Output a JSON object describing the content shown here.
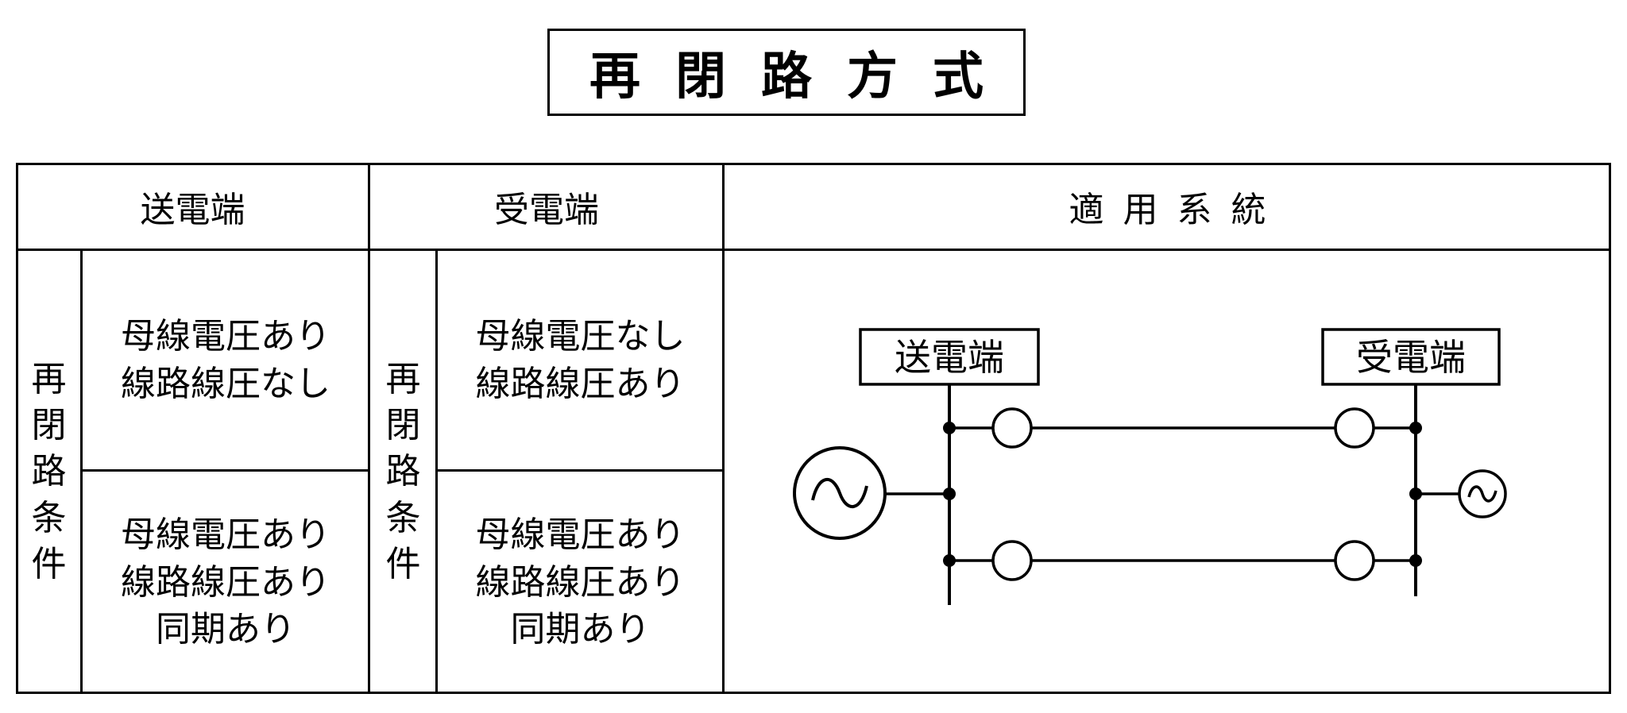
{
  "page": {
    "background": "#ffffff",
    "line_color": "#000000"
  },
  "title": "再閉路方式",
  "table": {
    "headers": {
      "sending_end": "送電端",
      "receiving_end": "受電端",
      "applied_system": "適用系統"
    },
    "sending_end": {
      "row_label": "再閉路条件",
      "condition1": {
        "line1": "母線電圧あり",
        "line2": "線路線圧なし"
      },
      "condition2": {
        "line1": "母線電圧あり",
        "line2": "線路線圧あり",
        "line3": "同期あり"
      }
    },
    "receiving_end": {
      "row_label": "再閉路条件",
      "condition1": {
        "line1": "母線電圧なし",
        "line2": "線路線圧あり"
      },
      "condition2": {
        "line1": "母線電圧あり",
        "line2": "線路線圧あり",
        "line3": "同期あり"
      }
    }
  },
  "diagram": {
    "sending_end_label": "送電端",
    "receiving_end_label": "受電端",
    "icons": {
      "generator": "ac-source-icon (circle with sine wave)",
      "breaker": "circuit-breaker-icon (open circle on line)",
      "junction": "junction-dot (filled circle)"
    }
  }
}
